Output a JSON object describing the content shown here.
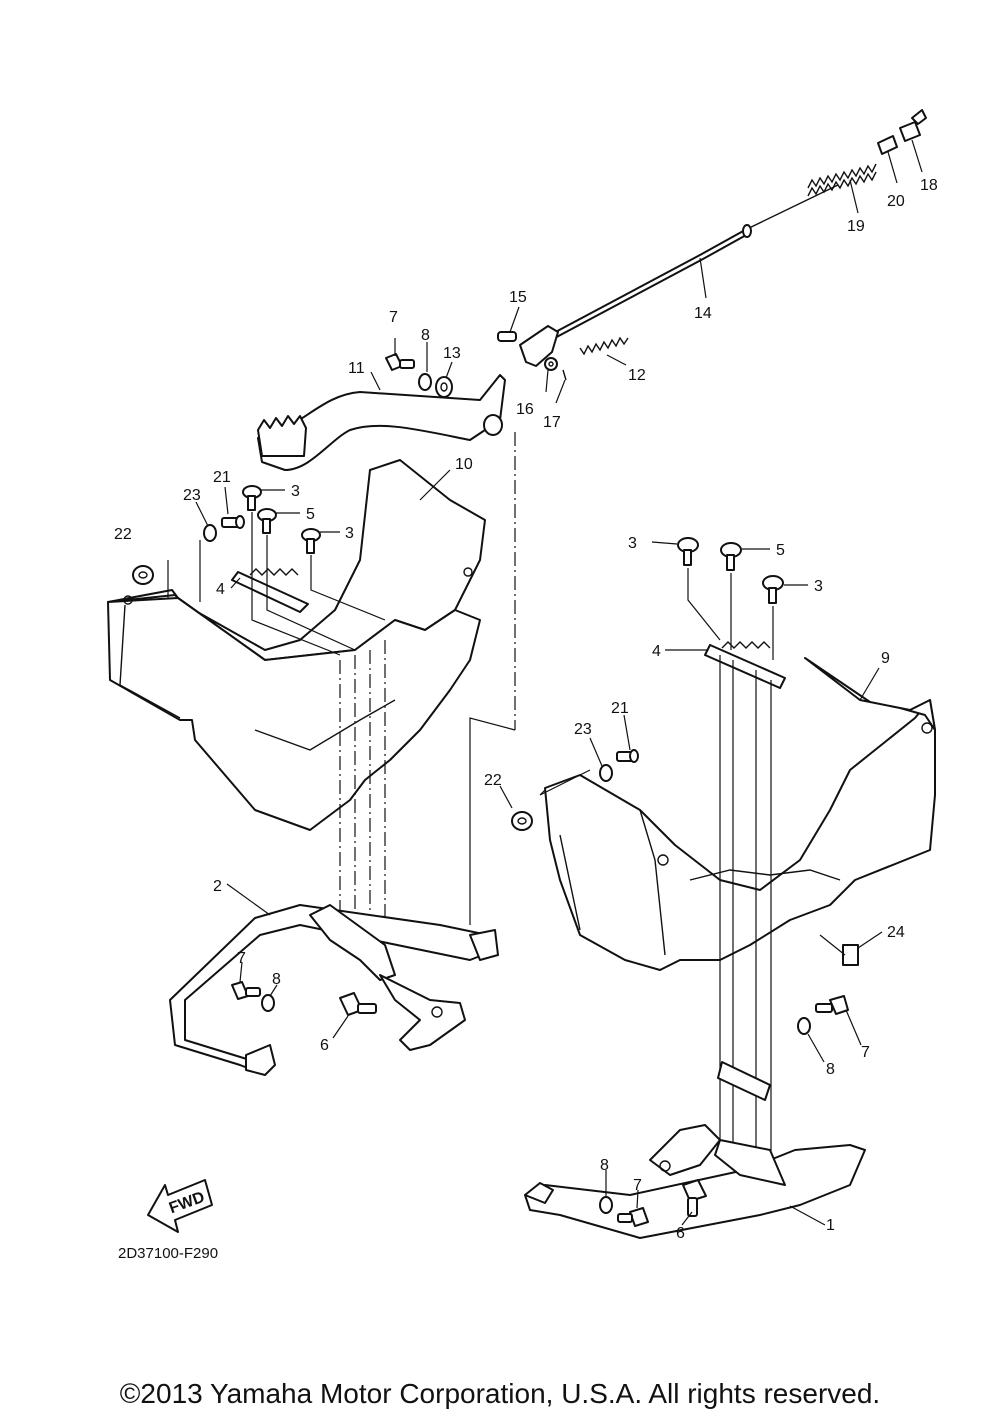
{
  "diagram": {
    "drawing_code": "2D37100-F290",
    "copyright": "©2013 Yamaha Motor Corporation, U.S.A. All rights reserved.",
    "fwd_label": "FWD",
    "callouts": {
      "c1": "1",
      "c2": "2",
      "c3a": "3",
      "c3b": "3",
      "c3c": "3",
      "c3d": "3",
      "c4a": "4",
      "c4b": "4",
      "c5a": "5",
      "c5b": "5",
      "c6a": "6",
      "c6b": "6",
      "c7a": "7",
      "c7b": "7",
      "c7c": "7",
      "c7d": "7",
      "c8a": "8",
      "c8b": "8",
      "c8c": "8",
      "c8d": "8",
      "c9": "9",
      "c10": "10",
      "c11": "11",
      "c12": "12",
      "c13": "13",
      "c14": "14",
      "c15": "15",
      "c16": "16",
      "c17": "17",
      "c18": "18",
      "c19": "19",
      "c20": "20",
      "c21a": "21",
      "c21b": "21",
      "c22a": "22",
      "c22b": "22",
      "c23a": "23",
      "c23b": "23",
      "c24": "24"
    }
  }
}
